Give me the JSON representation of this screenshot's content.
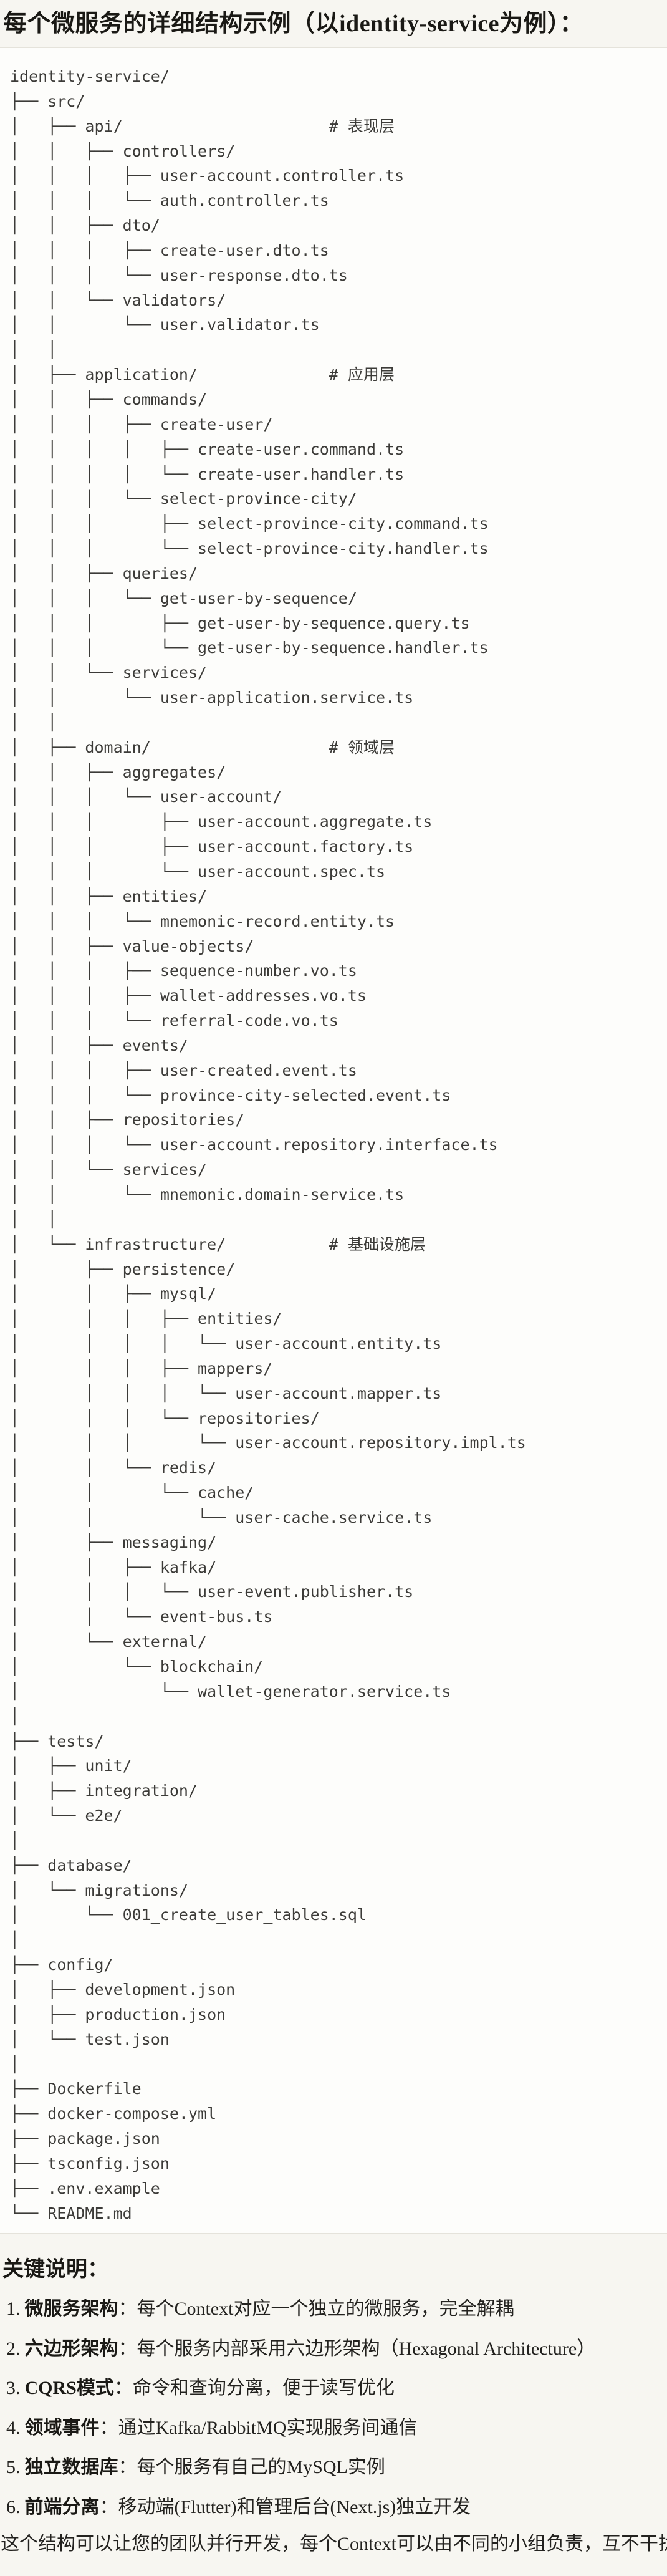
{
  "title": "每个微服务的详细结构示例（以identity-service为例）：",
  "code_block": {
    "language": "plaintext",
    "lines": [
      "identity-service/",
      "├── src/",
      "│   ├── api/                      # 表现层",
      "│   │   ├── controllers/",
      "│   │   │   ├── user-account.controller.ts",
      "│   │   │   └── auth.controller.ts",
      "│   │   ├── dto/",
      "│   │   │   ├── create-user.dto.ts",
      "│   │   │   └── user-response.dto.ts",
      "│   │   └── validators/",
      "│   │       └── user.validator.ts",
      "│   │",
      "│   ├── application/              # 应用层",
      "│   │   ├── commands/",
      "│   │   │   ├── create-user/",
      "│   │   │   │   ├── create-user.command.ts",
      "│   │   │   │   └── create-user.handler.ts",
      "│   │   │   └── select-province-city/",
      "│   │   │       ├── select-province-city.command.ts",
      "│   │   │       └── select-province-city.handler.ts",
      "│   │   ├── queries/",
      "│   │   │   └── get-user-by-sequence/",
      "│   │   │       ├── get-user-by-sequence.query.ts",
      "│   │   │       └── get-user-by-sequence.handler.ts",
      "│   │   └── services/",
      "│   │       └── user-application.service.ts",
      "│   │",
      "│   ├── domain/                   # 领域层",
      "│   │   ├── aggregates/",
      "│   │   │   └── user-account/",
      "│   │   │       ├── user-account.aggregate.ts",
      "│   │   │       ├── user-account.factory.ts",
      "│   │   │       └── user-account.spec.ts",
      "│   │   ├── entities/",
      "│   │   │   └── mnemonic-record.entity.ts",
      "│   │   ├── value-objects/",
      "│   │   │   ├── sequence-number.vo.ts",
      "│   │   │   ├── wallet-addresses.vo.ts",
      "│   │   │   └── referral-code.vo.ts",
      "│   │   ├── events/",
      "│   │   │   ├── user-created.event.ts",
      "│   │   │   └── province-city-selected.event.ts",
      "│   │   ├── repositories/",
      "│   │   │   └── user-account.repository.interface.ts",
      "│   │   └── services/",
      "│   │       └── mnemonic.domain-service.ts",
      "│   │",
      "│   └── infrastructure/           # 基础设施层",
      "│       ├── persistence/",
      "│       │   ├── mysql/",
      "│       │   │   ├── entities/",
      "│       │   │   │   └── user-account.entity.ts",
      "│       │   │   ├── mappers/",
      "│       │   │   │   └── user-account.mapper.ts",
      "│       │   │   └── repositories/",
      "│       │   │       └── user-account.repository.impl.ts",
      "│       │   └── redis/",
      "│       │       └── cache/",
      "│       │           └── user-cache.service.ts",
      "│       ├── messaging/",
      "│       │   ├── kafka/",
      "│       │   │   └── user-event.publisher.ts",
      "│       │   └── event-bus.ts",
      "│       └── external/",
      "│           └── blockchain/",
      "│               └── wallet-generator.service.ts",
      "│",
      "├── tests/",
      "│   ├── unit/",
      "│   ├── integration/",
      "│   └── e2e/",
      "│",
      "├── database/",
      "│   └── migrations/",
      "│       └── 001_create_user_tables.sql",
      "│",
      "├── config/",
      "│   ├── development.json",
      "│   ├── production.json",
      "│   └── test.json",
      "│",
      "├── Dockerfile",
      "├── docker-compose.yml",
      "├── package.json",
      "├── tsconfig.json",
      "├── .env.example",
      "└── README.md"
    ]
  },
  "notes": {
    "heading": "关键说明：",
    "items": [
      {
        "num": "1.",
        "term": "微服务架构",
        "text": "：每个Context对应一个独立的微服务，完全解耦"
      },
      {
        "num": "2.",
        "term": "六边形架构",
        "text": "：每个服务内部采用六边形架构（Hexagonal Architecture）"
      },
      {
        "num": "3.",
        "term": "CQRS模式",
        "text": "：命令和查询分离，便于读写优化"
      },
      {
        "num": "4.",
        "term": "领域事件",
        "text": "：通过Kafka/RabbitMQ实现服务间通信"
      },
      {
        "num": "5.",
        "term": "独立数据库",
        "text": "：每个服务有自己的MySQL实例"
      },
      {
        "num": "6.",
        "term": "前端分离",
        "text": "：移动端(Flutter)和管理后台(Next.js)独立开发"
      }
    ],
    "footer": "这个结构可以让您的团队并行开发，每个Context可以由不同的小组负责，互不干扰。"
  },
  "colors": {
    "page_bg": "#f7f6f1",
    "code_bg": "#fdfdfb",
    "code_border": "#e5e3db",
    "code_text": "#3c3b38",
    "heading_text": "#1a1915",
    "body_text": "#23221f"
  }
}
